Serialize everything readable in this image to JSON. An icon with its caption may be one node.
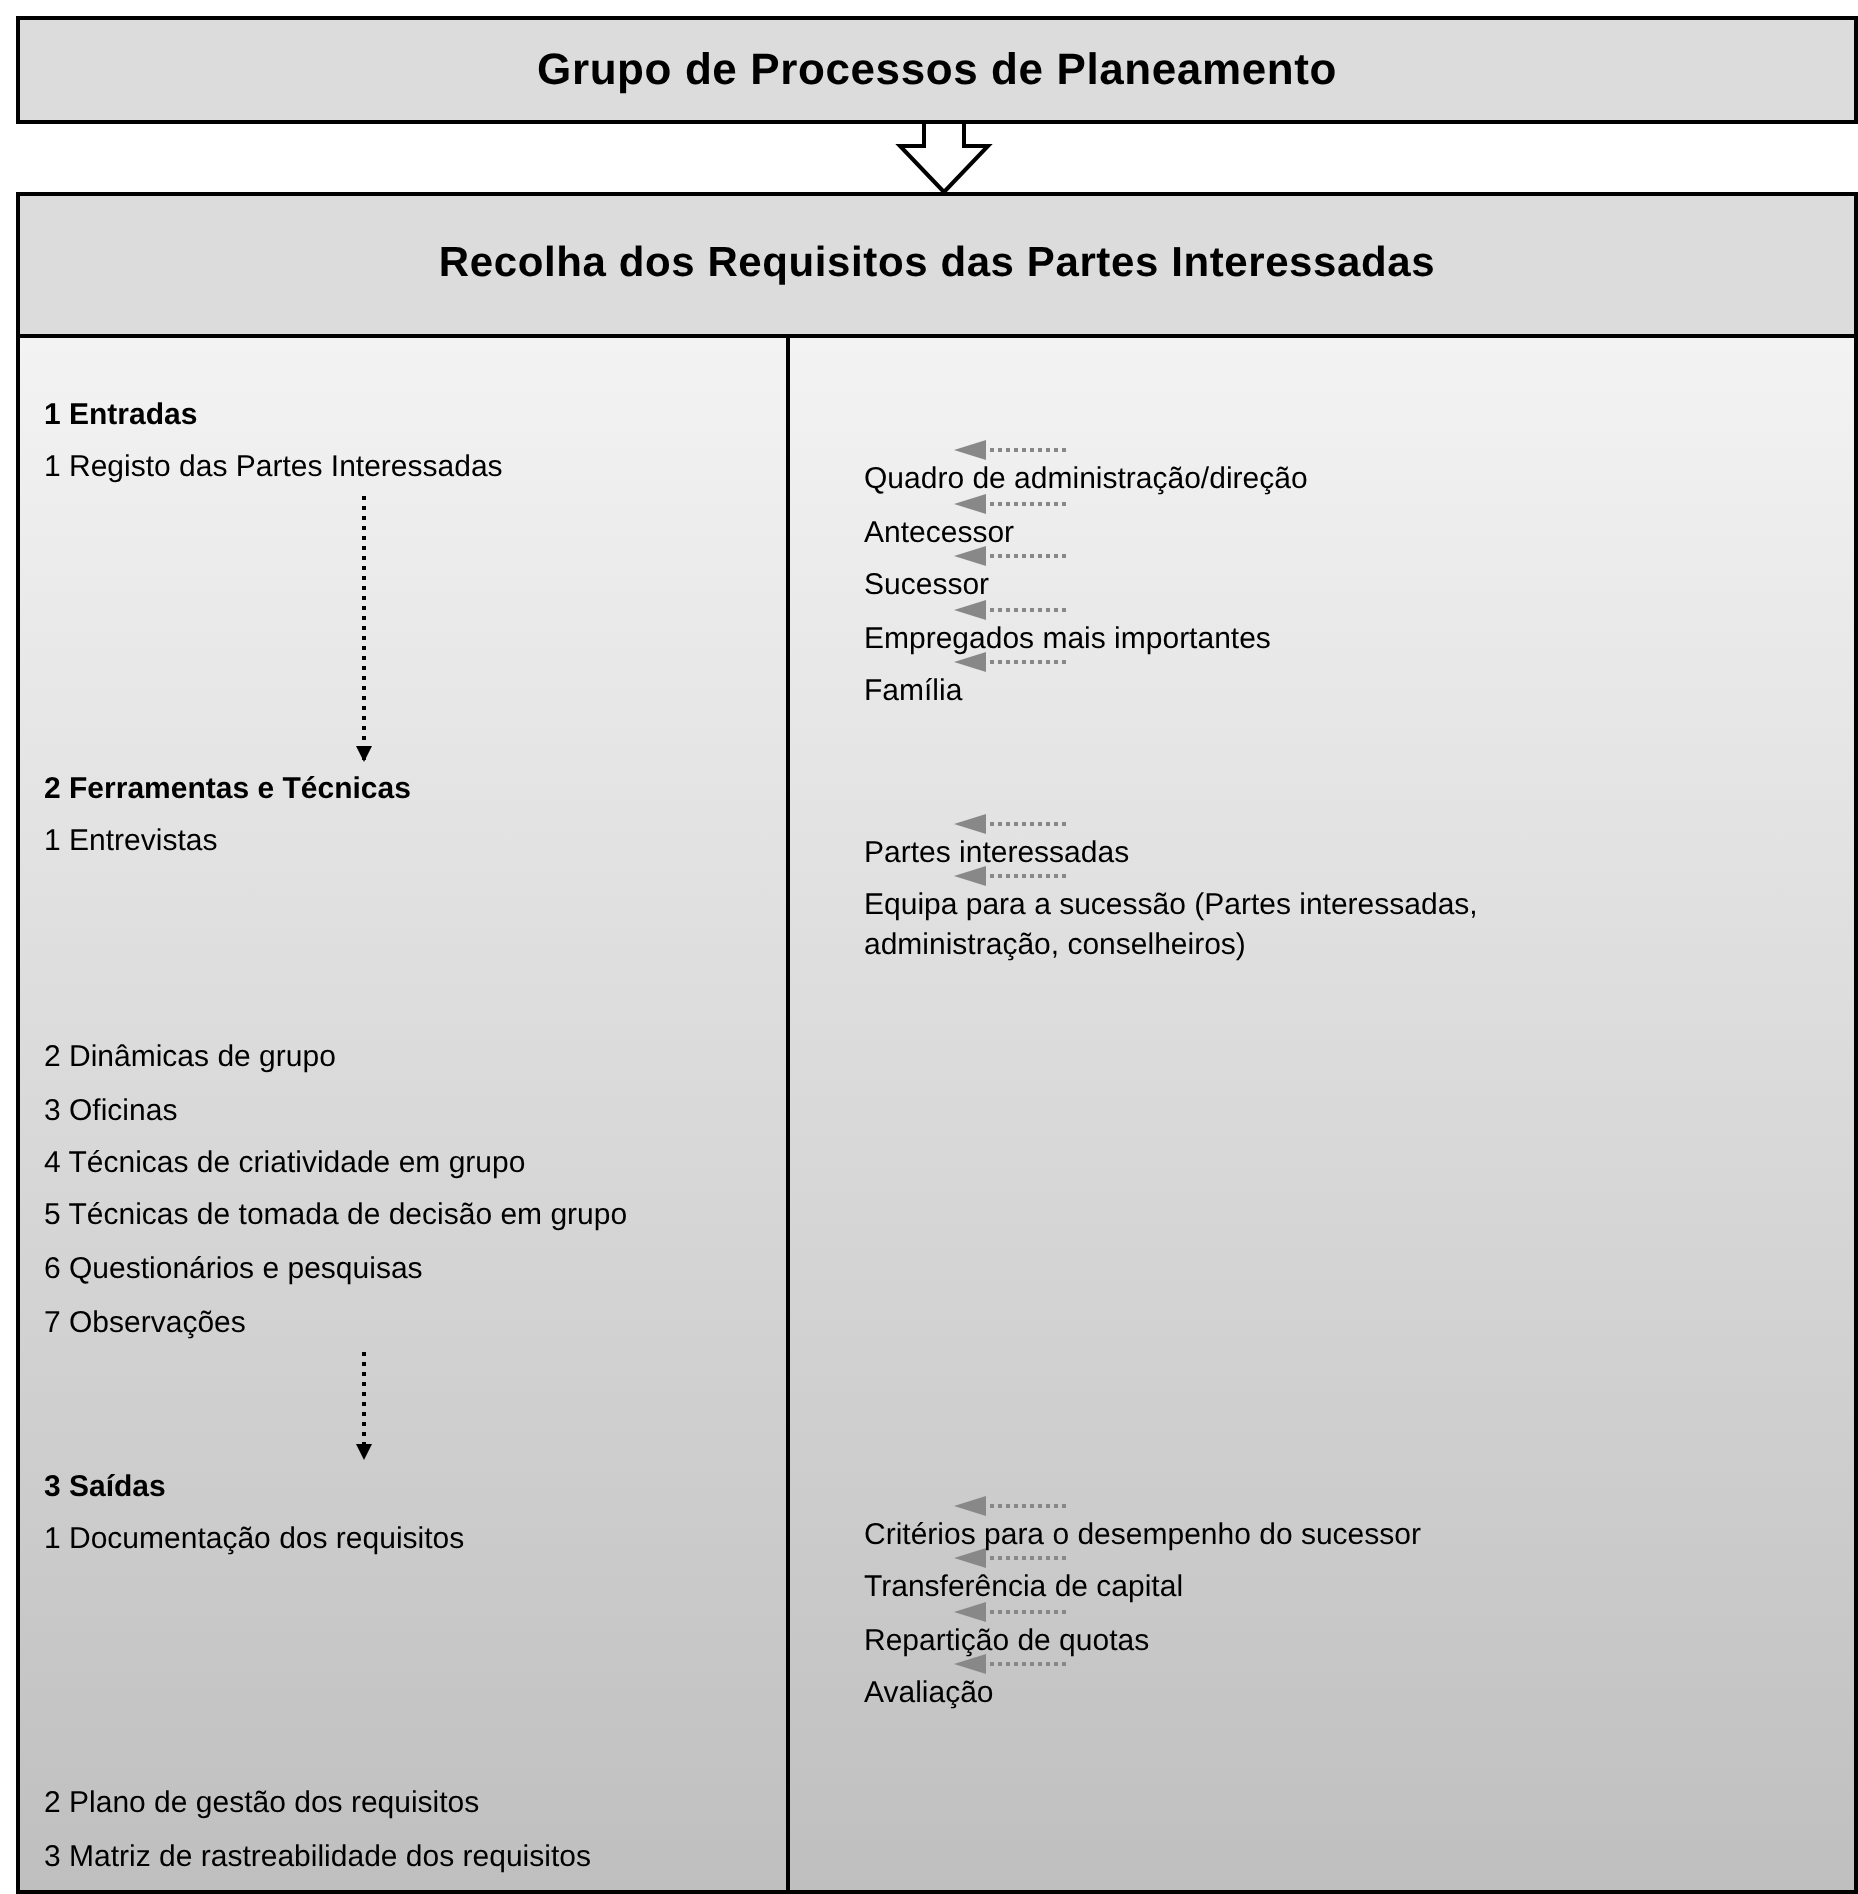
{
  "diagram": {
    "nodes": [
      {
        "text": [
          "Grupo de Processos de Planeamento"
        ]
      },
      {
        "text": [
          "Recolha dos Requisitos das Partes Interessadas"
        ]
      },
      {
        "text": [
          "1 Entradas",
          "1 Registo das Partes Interessadas"
        ],
        "in": 1
      },
      {
        "text": [
          "2 Ferramentas e Técnicas",
          "1 Entrevistas",
          "2 Dinâmicas de grupo",
          "3 Oficinas",
          "4 Técnicas de criatividade em grupo",
          "5 Técnicas de tomada de decisão em grupo",
          "6 Questionários e pesquisas",
          "7 Observações"
        ],
        "in": 1
      },
      {
        "text": [
          "3 Saídas",
          "1 Documentação dos requisitos",
          "2 Plano de gestão dos requisitos",
          "3 Matriz de rastreabilidade dos requisitos"
        ],
        "in": 1
      }
    ],
    "edges": [
      {
        "from": 0,
        "to": 1,
        "arrow": "to"
      },
      {
        "from": 2,
        "to": 3,
        "arrow": "to",
        "style": "dashed"
      },
      {
        "from": 3,
        "to": 4,
        "arrow": "to",
        "style": "dashed"
      }
    ],
    "labels": [
      "Quadro de administração/direção",
      "Antecessor",
      "Sucessor",
      "Empregados mais importantes",
      "Família",
      "Partes interessadas",
      "Equipa para a sucessão (Partes interessadas, administração, conselheiros)",
      "Critérios para o desempenho do sucessor",
      "Transferência de capital",
      "Repartição de quotas",
      "Avaliação"
    ]
  }
}
